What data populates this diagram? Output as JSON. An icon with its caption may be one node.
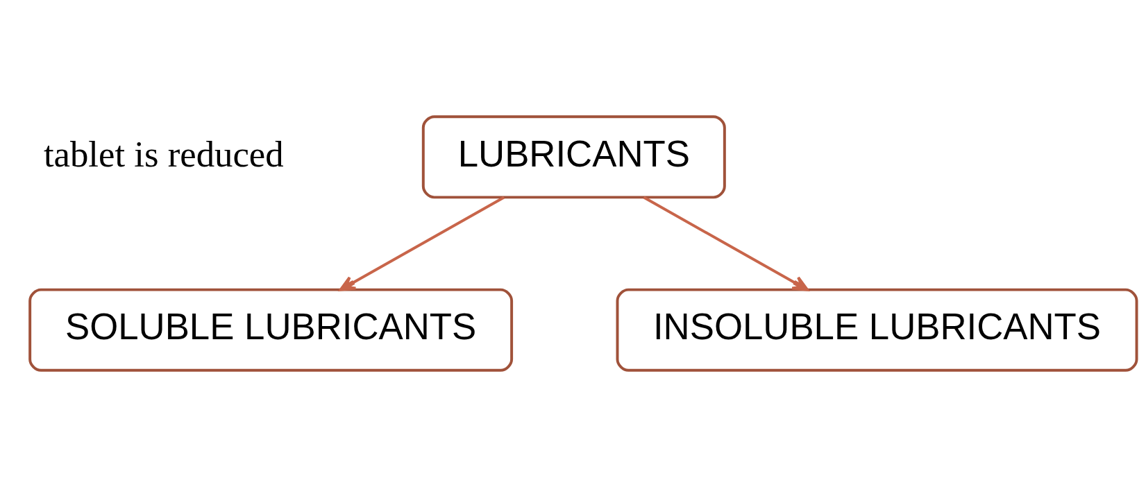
{
  "diagram": {
    "nodes": [
      {
        "text": [
          "LUBRICANTS"
        ]
      },
      {
        "text": [
          "SOLUBLE LUBRICANTS"
        ]
      },
      {
        "text": [
          "INSOLUBLE LUBRICANTS"
        ]
      }
    ],
    "edges": [
      {
        "from": 0,
        "to": 1,
        "arrow": "to"
      },
      {
        "from": 0,
        "to": 2,
        "arrow": "to"
      }
    ],
    "labels": [
      "tablet is reduced"
    ]
  }
}
